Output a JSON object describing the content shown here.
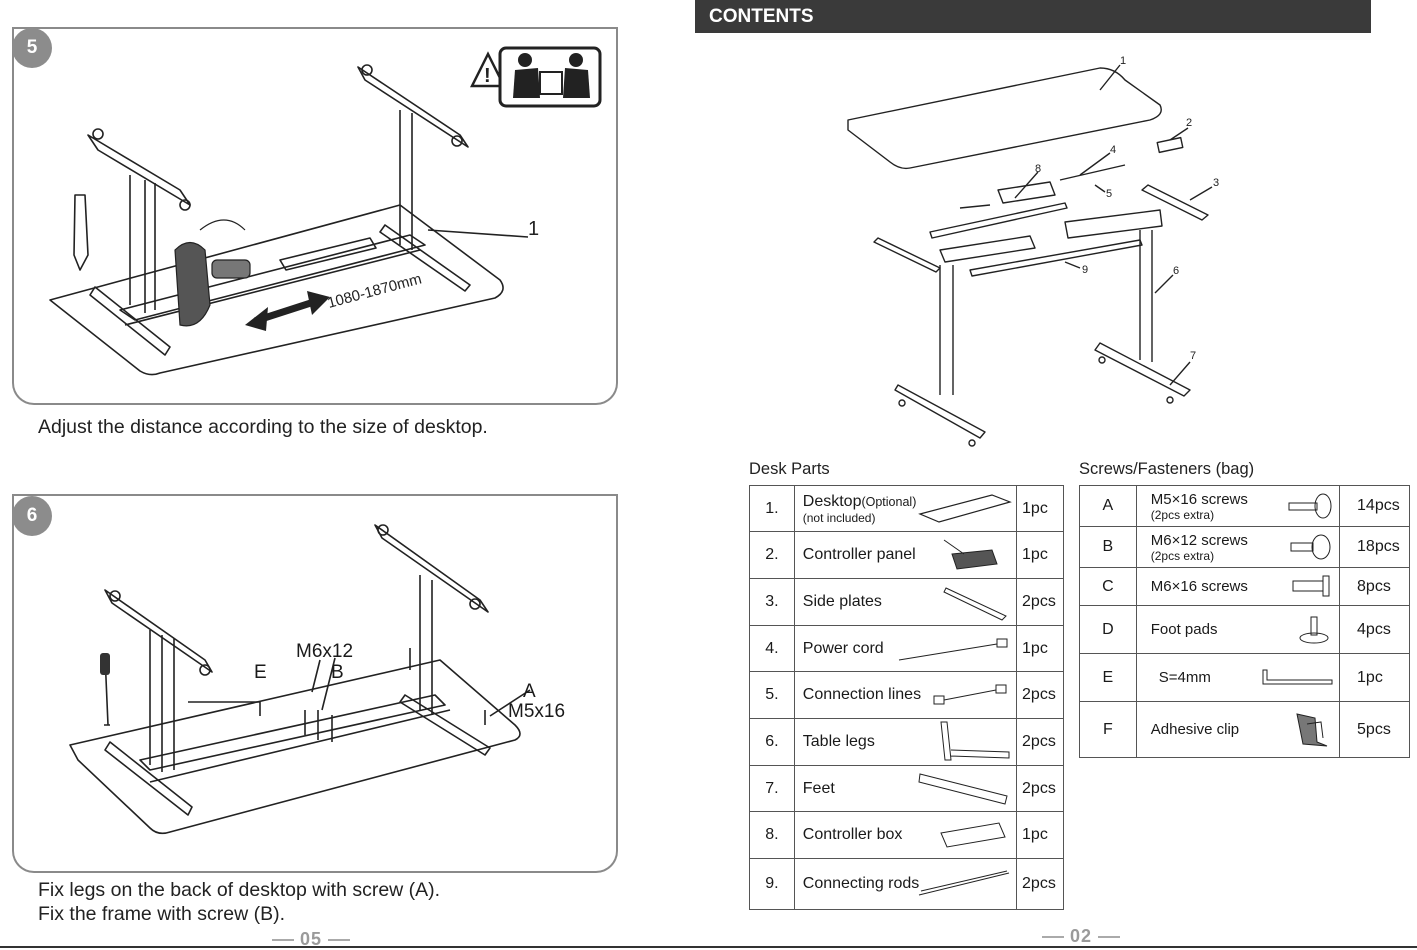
{
  "left_page": {
    "step5": {
      "badge": "5",
      "callout": "1",
      "dimension": "1080-1870mm",
      "caption": "Adjust the distance according to the size of desktop."
    },
    "step6": {
      "badge": "6",
      "label_e": "E",
      "label_m6": "M6x12",
      "label_b": "B",
      "label_a": "A",
      "label_m5": "M5x16",
      "caption_line1": "Fix legs on the back of desktop with screw (A).",
      "caption_line2": "Fix the frame with screw (B)."
    },
    "page_number": "05"
  },
  "right_page": {
    "header": "CONTENTS",
    "diagram_callouts": [
      "1",
      "2",
      "3",
      "4",
      "5",
      "6",
      "7",
      "8",
      "9"
    ],
    "desk_parts": {
      "title": "Desk Parts",
      "rows": [
        {
          "num": "1.",
          "name": "Desktop",
          "suffix": "(Optional)",
          "note": "(not included)",
          "qty": "1pc",
          "icon": "desktop-icon"
        },
        {
          "num": "2.",
          "name": "Controller panel",
          "qty": "1pc",
          "icon": "controller-panel-icon"
        },
        {
          "num": "3.",
          "name": "Side plates",
          "qty": "2pcs",
          "icon": "side-plate-icon"
        },
        {
          "num": "4.",
          "name": "Power cord",
          "qty": "1pc",
          "icon": "power-cord-icon"
        },
        {
          "num": "5.",
          "name": "Connection lines",
          "qty": "2pcs",
          "icon": "connection-line-icon"
        },
        {
          "num": "6.",
          "name": "Table legs",
          "qty": "2pcs",
          "icon": "table-leg-icon"
        },
        {
          "num": "7.",
          "name": "Feet",
          "qty": "2pcs",
          "icon": "foot-icon"
        },
        {
          "num": "8.",
          "name": "Controller box",
          "qty": "1pc",
          "icon": "controller-box-icon"
        },
        {
          "num": "9.",
          "name": "Connecting rods",
          "qty": "2pcs",
          "icon": "connecting-rod-icon"
        }
      ]
    },
    "fasteners": {
      "title": "Screws/Fasteners (bag)",
      "rows": [
        {
          "letter": "A",
          "name": "M5×16 screws",
          "note": "(2pcs extra)",
          "qty": "14pcs",
          "icon": "screw-m5-icon"
        },
        {
          "letter": "B",
          "name": "M6×12  screws",
          "note": "(2pcs extra)",
          "qty": "18pcs",
          "icon": "screw-m6-icon"
        },
        {
          "letter": "C",
          "name": "M6×16  screws",
          "qty": "8pcs",
          "icon": "screw-m6-long-icon"
        },
        {
          "letter": "D",
          "name": "Foot pads",
          "qty": "4pcs",
          "icon": "foot-pad-icon"
        },
        {
          "letter": "E",
          "name": "S=4mm",
          "qty": "1pc",
          "icon": "hex-key-icon"
        },
        {
          "letter": "F",
          "name": "Adhesive clip",
          "qty": "5pcs",
          "icon": "adhesive-clip-icon"
        }
      ]
    },
    "page_number": "02"
  }
}
